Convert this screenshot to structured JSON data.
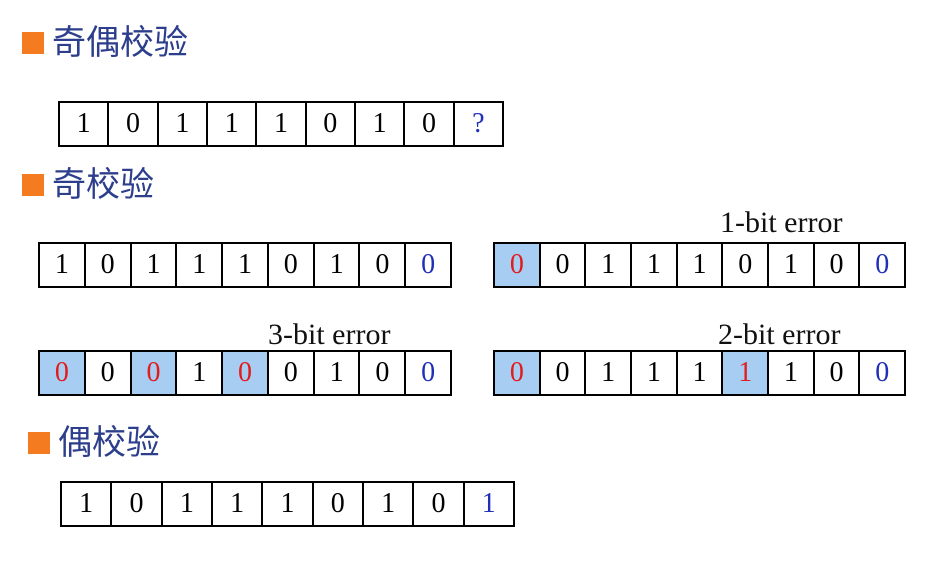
{
  "sections": {
    "parity_check": {
      "title": "奇偶校验",
      "row": {
        "bits": [
          "1",
          "0",
          "1",
          "1",
          "1",
          "0",
          "1",
          "0",
          "?"
        ],
        "flipped": []
      }
    },
    "odd_parity": {
      "title": "奇校验",
      "rows": [
        {
          "label": "",
          "bits": [
            "1",
            "0",
            "1",
            "1",
            "1",
            "0",
            "1",
            "0",
            "0"
          ],
          "flipped": []
        },
        {
          "label": "1-bit error",
          "bits": [
            "0",
            "0",
            "1",
            "1",
            "1",
            "0",
            "1",
            "0",
            "0"
          ],
          "flipped": [
            0
          ]
        },
        {
          "label": "3-bit error",
          "bits": [
            "0",
            "0",
            "0",
            "1",
            "0",
            "0",
            "1",
            "0",
            "0"
          ],
          "flipped": [
            0,
            2,
            4
          ]
        },
        {
          "label": "2-bit error",
          "bits": [
            "0",
            "0",
            "1",
            "1",
            "1",
            "1",
            "1",
            "0",
            "0"
          ],
          "flipped": [
            0,
            5
          ]
        }
      ]
    },
    "even_parity": {
      "title": "偶校验",
      "row": {
        "bits": [
          "1",
          "0",
          "1",
          "1",
          "1",
          "0",
          "1",
          "0",
          "1"
        ],
        "flipped": []
      }
    }
  },
  "colors": {
    "bullet": "#f47b20",
    "heading_text": "#2c3e8c",
    "parity_bit": "#1f2fb8",
    "error_bit": "#e21b1b",
    "error_highlight": "#a7cdf3"
  }
}
